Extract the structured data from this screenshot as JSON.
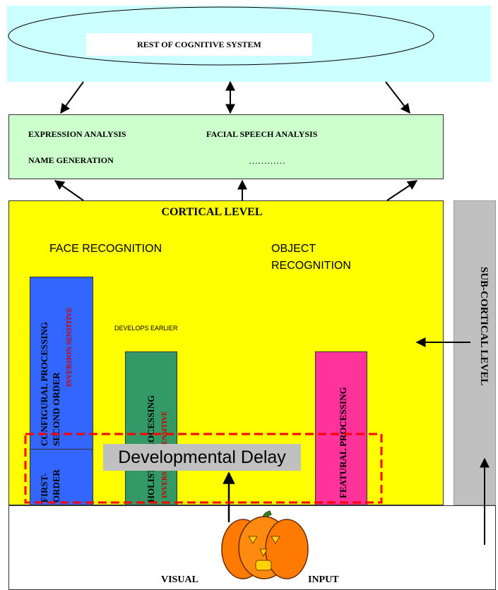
{
  "top": {
    "cognitive_system": "REST OF COGNITIVE SYSTEM"
  },
  "analysis": {
    "expression": "EXPRESSION ANALYSIS",
    "facial_speech": "FACIAL SPEECH ANALYSIS",
    "name_generation": "NAME GENERATION",
    "ellipsis": "…………"
  },
  "cortical": {
    "title": "CORTICAL LEVEL",
    "face_recognition": "FACE RECOGNITION",
    "object_recognition_1": "OBJECT",
    "object_recognition_2": "RECOGNITION",
    "develops_earlier": "DEVELOPS EARLIER"
  },
  "bars": {
    "configural_1": "CONFIGURAL PROCESSING",
    "configural_2": "SECOND ORDER",
    "inversion_sensitive": "INVERSION SENSITIVE",
    "first_order_1": "FIRST-",
    "first_order_2": "ORDER",
    "holistic": "HOLISTIC PROCESSING",
    "inversion_insensitive": "INVERSION INSENSITIVE",
    "featural": "FEATURAL PROCESSING"
  },
  "delay": "Developmental Delay",
  "subcortical": "SUB-CORTICAL LEVEL",
  "input": {
    "visual": "VISUAL",
    "input": "INPUT"
  },
  "colors": {
    "cyan_panel": "#ccffff",
    "green_box": "#ccffcc",
    "cortical_yellow": "#ffff00",
    "configural_blue": "#3366ff",
    "holistic_green": "#339966",
    "featural_pink": "#ff3399",
    "subcortical_grey": "#c0c0c0",
    "delay_red": "#ff0000",
    "inversion_text_red": "#cc0000",
    "pumpkin_orange": "#ff7a00"
  },
  "icons": [
    "pumpkin-icon"
  ]
}
